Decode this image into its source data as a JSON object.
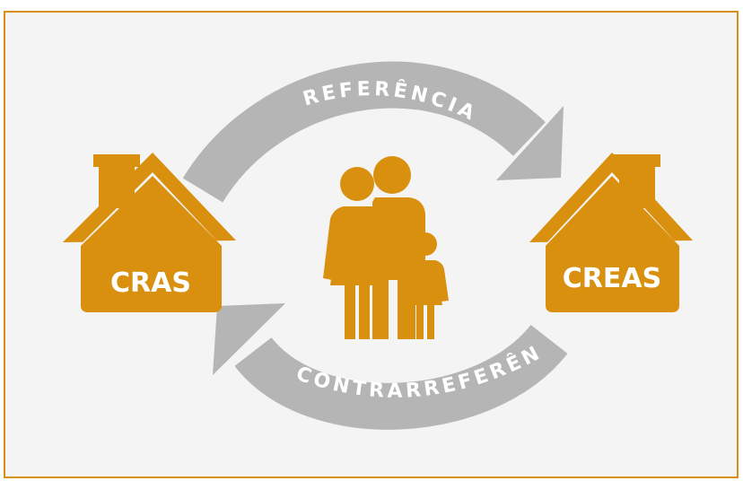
{
  "labels": {
    "top_arrow": "REFERÊNCIA",
    "bottom_arrow": "CONTRARREFERÊNCIA",
    "left_house": "CRAS",
    "right_house": "CREAS"
  },
  "colors": {
    "accent": "#d9900f",
    "arrow": "#b5b5b5",
    "background": "#f4f4f4",
    "text": "#ffffff"
  }
}
